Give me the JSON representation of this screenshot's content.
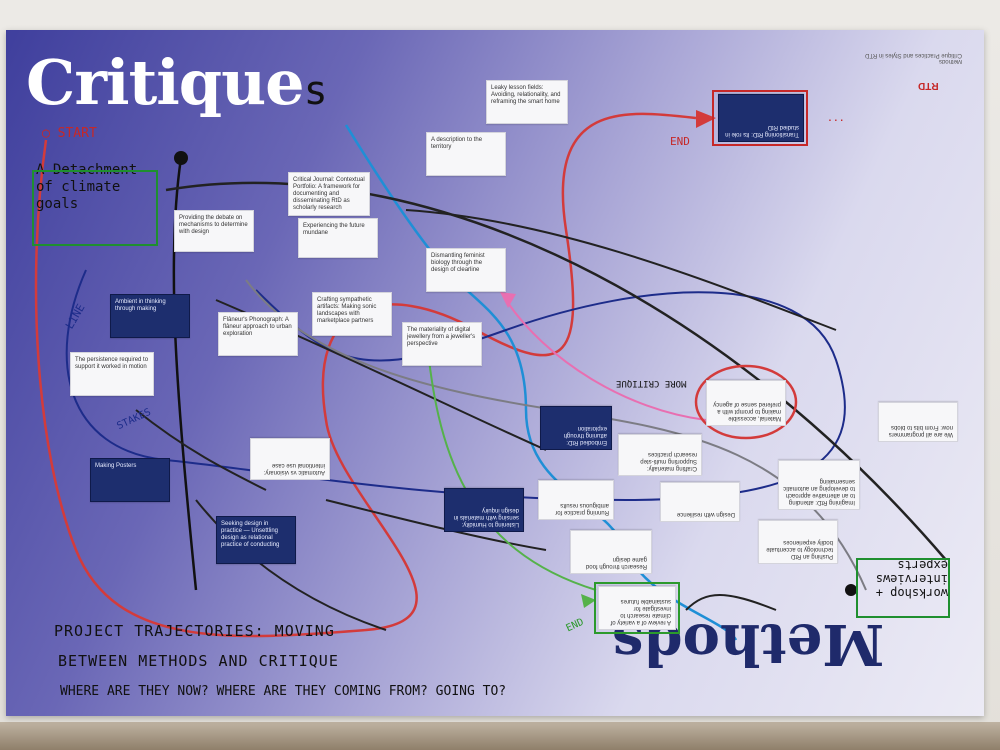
{
  "poster": {
    "title_critique": "Critique",
    "title_critique_suffix": "s",
    "title_methods": "Methods",
    "header_text": "Critique   Practices and Styles in RTD",
    "header_top": "Methods",
    "logo_text": "RTD",
    "dots": "...",
    "footer": {
      "line1": "PROJECT TRAJECTORIES: MOVING",
      "line2": "BETWEEN  METHODS  AND CRITIQUE",
      "line3": "WHERE ARE THEY NOW?  WHERE ARE THEY COMING FROM?  GOING TO?"
    }
  },
  "annotations": {
    "start": "START",
    "end_top": "END",
    "end_bottom": "END",
    "detachment": "A Detachment of climate goals",
    "workshop": "workshop + interviews experts",
    "line_label": "LINE",
    "stakes": "STAKES",
    "more_critique": "MORE CRITIQUE"
  },
  "cards": [
    {
      "id": "c1",
      "text": "Leaky lesson fields: Avoiding, relationality, and reframing the smart home",
      "style": "white"
    },
    {
      "id": "c2",
      "text": "A description to the territory",
      "style": "white"
    },
    {
      "id": "c3",
      "text": "Critical Journal: Contextual Portfolio: A framework for documenting and disseminating RtD as scholarly research",
      "style": "white"
    },
    {
      "id": "c4",
      "text": "Providing the debate on mechanisms to determine with design",
      "style": "white"
    },
    {
      "id": "c5",
      "text": "Experiencing the future mundane",
      "style": "white"
    },
    {
      "id": "c6",
      "text": "Dismantling feminist biology through the design of clearline",
      "style": "white"
    },
    {
      "id": "c7",
      "text": "Crafting sympathetic artifacts: Making sonic landscapes with marketplace partners",
      "style": "white"
    },
    {
      "id": "c8",
      "text": "Flâneur's Phonograph: A flâneur approach to urban exploration",
      "style": "white"
    },
    {
      "id": "c9",
      "text": "The materiality of digital jewellery from a jeweller's perspective",
      "style": "white"
    },
    {
      "id": "c10",
      "text": "Ambient in thinking through making",
      "style": "navy"
    },
    {
      "id": "c11",
      "text": "The persistence required to support it worked in motion",
      "style": "white"
    },
    {
      "id": "c12",
      "text": "Making Posters",
      "style": "navy"
    },
    {
      "id": "c13",
      "text": "Seeking design in practice — Unsettling design as relational practice of conducting",
      "style": "navy"
    },
    {
      "id": "c14",
      "text": "Automatic vs visionary: intentional use case",
      "style": "white"
    },
    {
      "id": "c15",
      "text": "Listening to Humidity: sensing with materials in design inquiry",
      "style": "navy"
    },
    {
      "id": "c16",
      "text": "Running practice for ambiguous results",
      "style": "white"
    },
    {
      "id": "c17",
      "text": "Embodied RtD: attuning through exploration",
      "style": "navy"
    },
    {
      "id": "c18",
      "text": "Crafting materially: Supporting multi-step research practices",
      "style": "white"
    },
    {
      "id": "c19",
      "text": "Design with resilience",
      "style": "white"
    },
    {
      "id": "c20",
      "text": "Material, accessible making to prompt with a prefered sense of agency",
      "style": "white"
    },
    {
      "id": "c21",
      "text": "Research through food game design",
      "style": "white"
    },
    {
      "id": "c22",
      "text": "Pushing an RtD technology to accentuate bodily experiences",
      "style": "white"
    },
    {
      "id": "c23",
      "text": "Imagining RtD: attending to an alternative approach to developing an automatic sensemaking",
      "style": "white"
    },
    {
      "id": "c24",
      "text": "A review of a variety of climate research to investigate for sustainable futures",
      "style": "white"
    },
    {
      "id": "c25",
      "text": "We are all programmers now: From bits to blobs",
      "style": "white"
    },
    {
      "id": "c26",
      "text": "Transitioning RtD: Its role in studied RtD",
      "style": "navy"
    }
  ]
}
